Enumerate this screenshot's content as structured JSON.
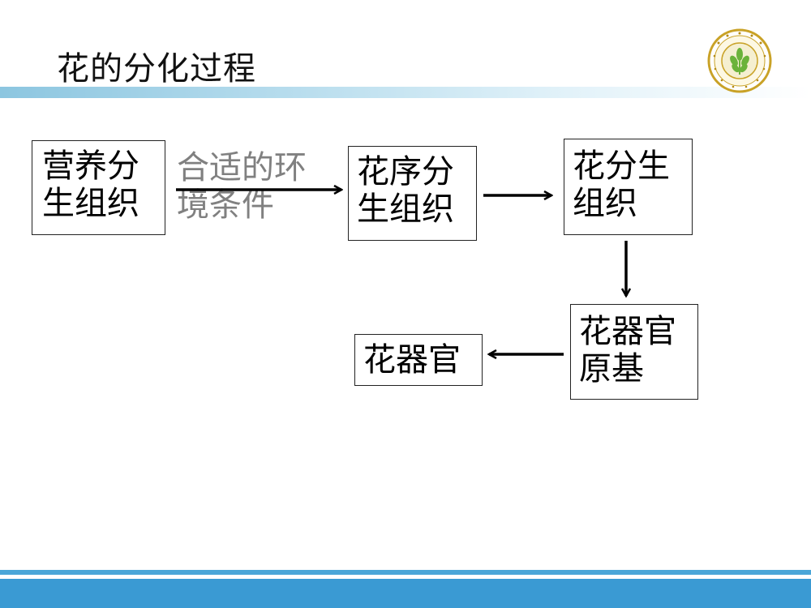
{
  "slide": {
    "title": "花的分化过程"
  },
  "logo": {
    "icon": "university-emblem-icon",
    "ring_text": "西北农林科技大学",
    "ring_text_en": "NORTHWEST A&F UNIVERSITY",
    "colors": {
      "ring": "#c9a227",
      "leaf": "#6bb33a",
      "inner": "#f5efd0"
    }
  },
  "diagram": {
    "vegetative": {
      "line1": "营养分",
      "line2": "生组织"
    },
    "condition": {
      "line1": "合适的环",
      "line2": "境条件"
    },
    "inflorescence": {
      "line1": "花序分",
      "line2": "生组织"
    },
    "floral_meristem": {
      "line1": "花分生",
      "line2": "组织"
    },
    "primordium": {
      "line1": "花器官",
      "line2": "原基"
    },
    "organ": {
      "line1": "花器官"
    }
  },
  "colors": {
    "band_start": "#8cc6e0",
    "footer": "#3a9ad3",
    "condition_text": "#808080"
  }
}
